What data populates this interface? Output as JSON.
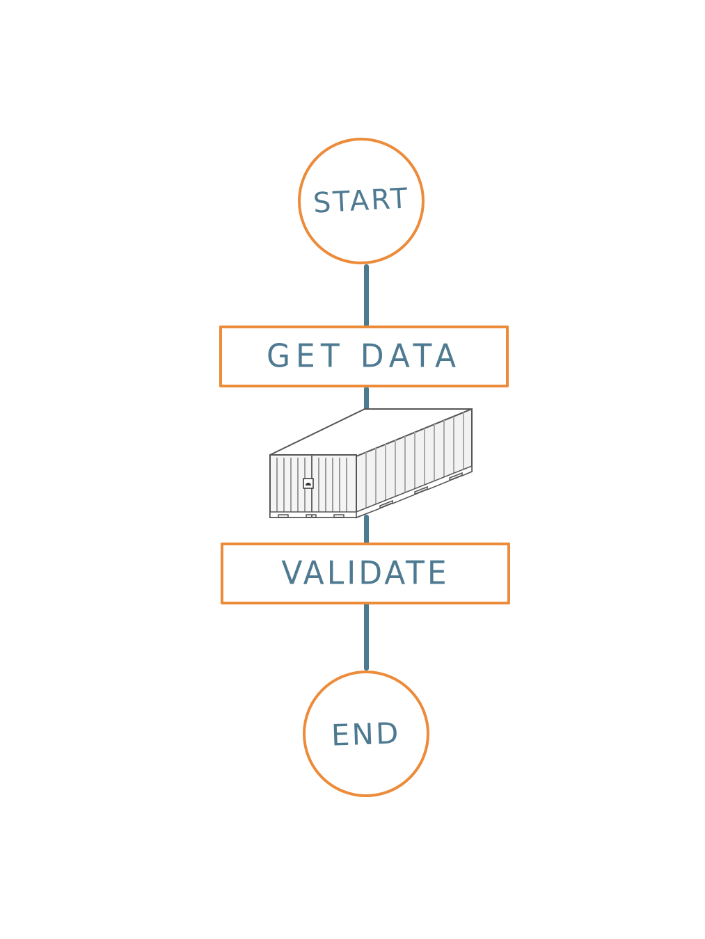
{
  "diagram": {
    "nodes": [
      {
        "id": "start",
        "shape": "circle",
        "label": "START"
      },
      {
        "id": "get_data",
        "shape": "rectangle",
        "label": "GET DATA"
      },
      {
        "id": "validate",
        "shape": "rectangle",
        "label": "VALIDATE"
      },
      {
        "id": "end",
        "shape": "circle",
        "label": "END"
      }
    ],
    "edges": [
      {
        "from": "start",
        "to": "get_data"
      },
      {
        "from": "get_data",
        "to": "validate"
      },
      {
        "from": "validate",
        "to": "end"
      }
    ],
    "illustration": "shipping-container-icon",
    "colors": {
      "node_border": "#ec8b3a",
      "connector": "#4c7b90",
      "label_text": "#4e7a91"
    }
  }
}
